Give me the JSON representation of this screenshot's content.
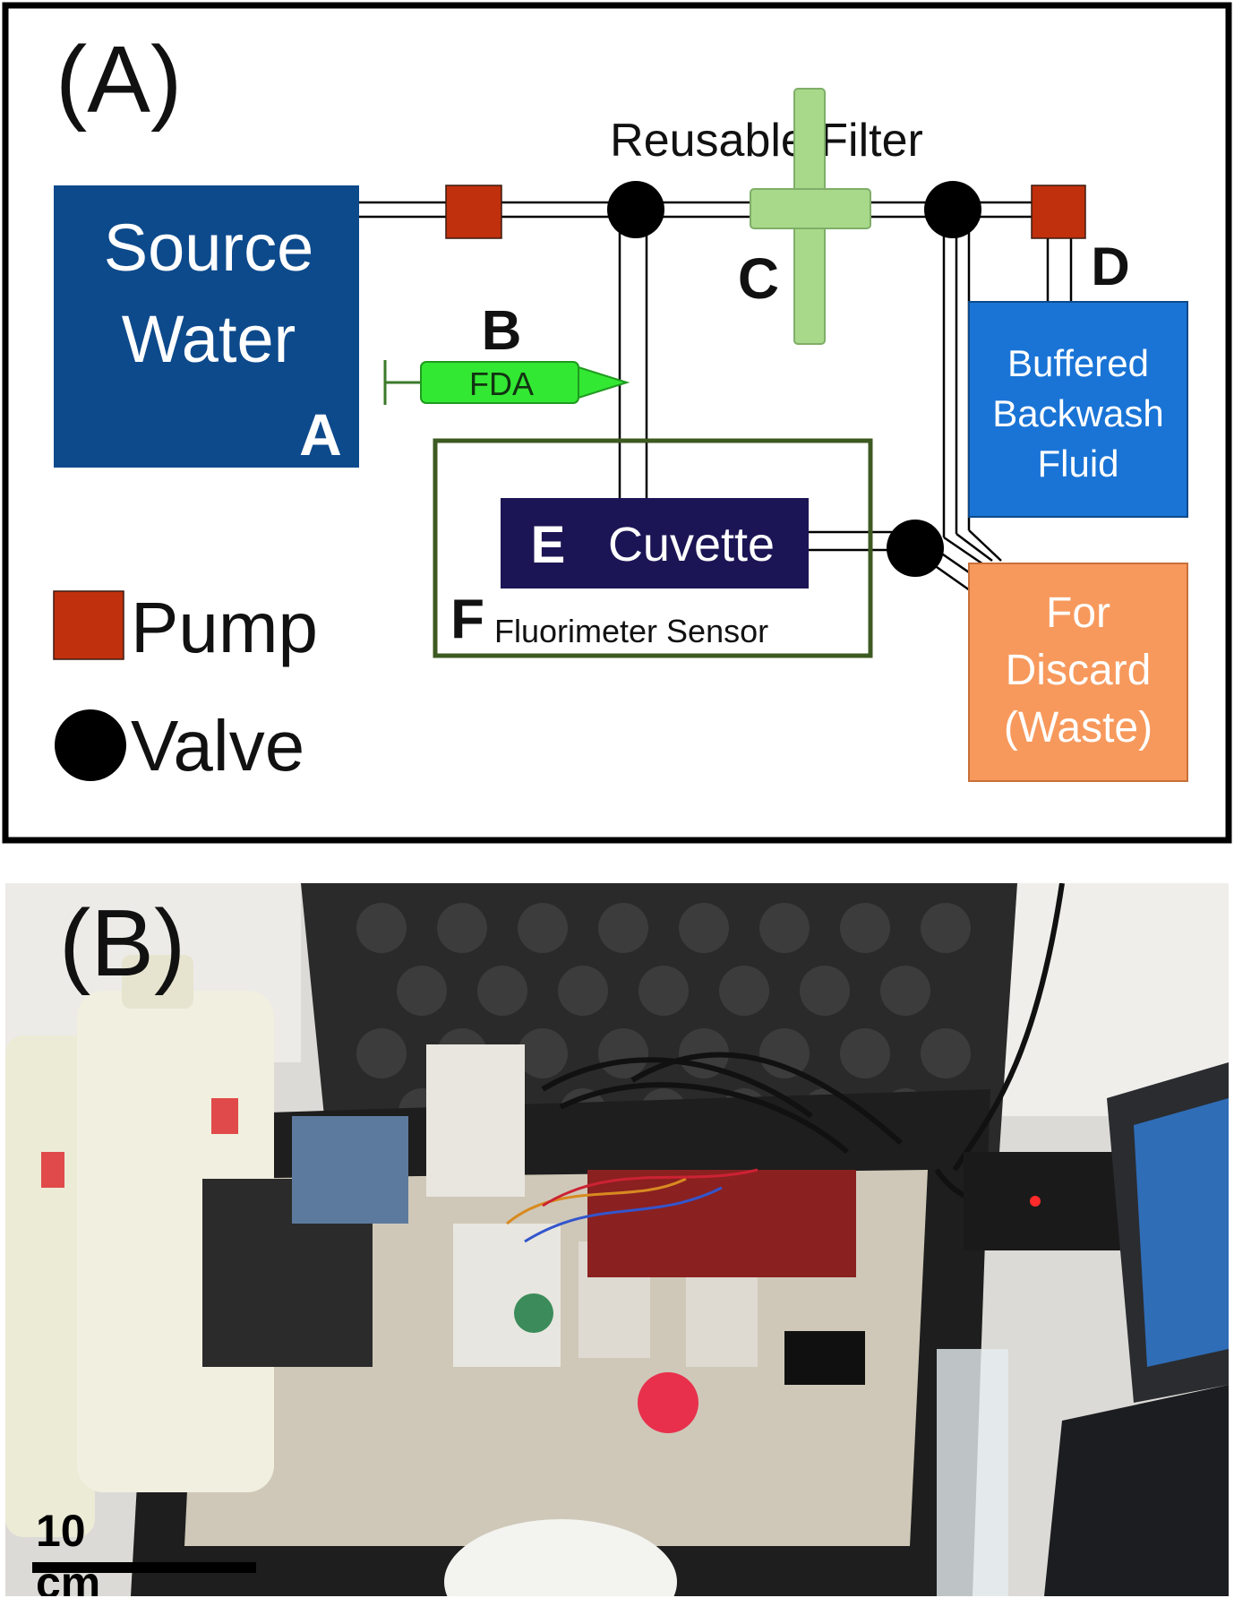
{
  "panel_a": {
    "label": "(A)",
    "reusable_filter_label": "Reusable Filter",
    "source_water": {
      "line1": "Source",
      "line2": "Water",
      "letter": "A"
    },
    "syringe": {
      "letter": "B",
      "text": "FDA"
    },
    "filter_letter": "C",
    "backwash_letter": "D",
    "backwash": {
      "line1": "Buffered",
      "line2": "Backwash",
      "line3": "Fluid"
    },
    "cuvette": {
      "letter": "E",
      "text": "Cuvette"
    },
    "sensor": {
      "letter": "F",
      "text": "Fluorimeter Sensor"
    },
    "discard": {
      "line1": "For",
      "line2": "Discard",
      "line3": "(Waste)"
    },
    "legend": {
      "pump": "Pump",
      "valve": "Valve"
    },
    "colors": {
      "source_water": "#0d4a8c",
      "pump": "#c0300c",
      "valve": "#000000",
      "filter": "#a8d98a",
      "syringe": "#33e833",
      "backwash": "#1a74d6",
      "cuvette": "#1c1555",
      "sensor_frame": "#3d5a22",
      "discard": "#f7995c"
    }
  },
  "panel_b": {
    "label": "(B)",
    "scale_bar": "10 cm"
  }
}
